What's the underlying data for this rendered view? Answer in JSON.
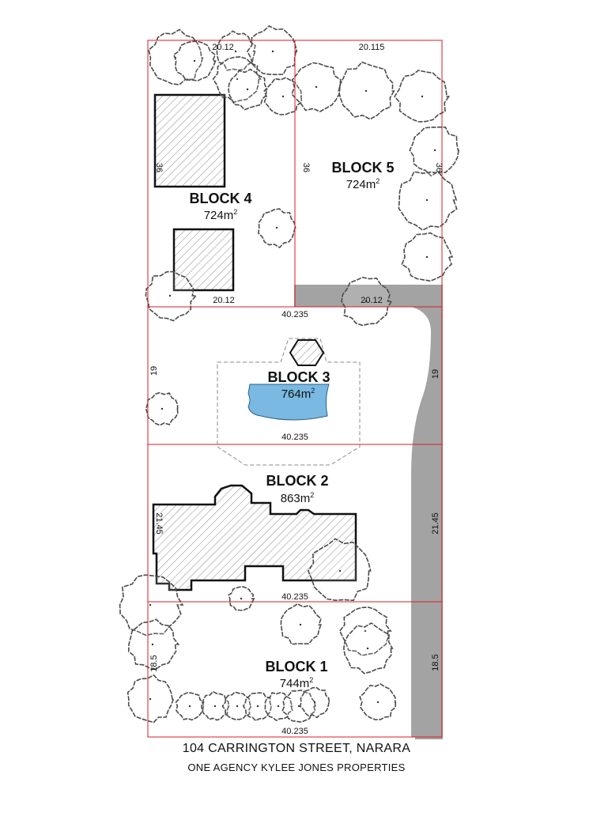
{
  "blocks": [
    {
      "name": "BLOCK 1",
      "area": "744m",
      "unit_sup": "2"
    },
    {
      "name": "BLOCK 2",
      "area": "863m",
      "unit_sup": "2"
    },
    {
      "name": "BLOCK 3",
      "area": "764m",
      "unit_sup": "2"
    },
    {
      "name": "BLOCK 4",
      "area": "724m",
      "unit_sup": "2"
    },
    {
      "name": "BLOCK 5",
      "area": "724m",
      "unit_sup": "2"
    }
  ],
  "dimensions": {
    "b4_top": "20.12",
    "b5_top": "20.115",
    "b4_left": "36",
    "b4_right": "36",
    "b5_right": "36",
    "b4_bottom": "20.12",
    "b5_bottom": "20.12",
    "b3_top": "40.235",
    "b3_left": "19",
    "b3_right": "19",
    "b3_bottom": "40.235",
    "b2_left": "21.45",
    "b2_right": "21.45",
    "b2_bottom": "40.235",
    "b1_left": "18.5",
    "b1_right": "18.5",
    "b1_bottom": "40.235"
  },
  "footer": {
    "address": "104 CARRINGTON STREET, NARARA",
    "agency": "ONE AGENCY KYLEE JONES PROPERTIES"
  },
  "colors": {
    "boundary": "#d81e2a",
    "driveway": "#a3a3a3",
    "pool": "#79b9e2",
    "building_outline": "#111111",
    "tree_outline": "#4a4a4a"
  }
}
